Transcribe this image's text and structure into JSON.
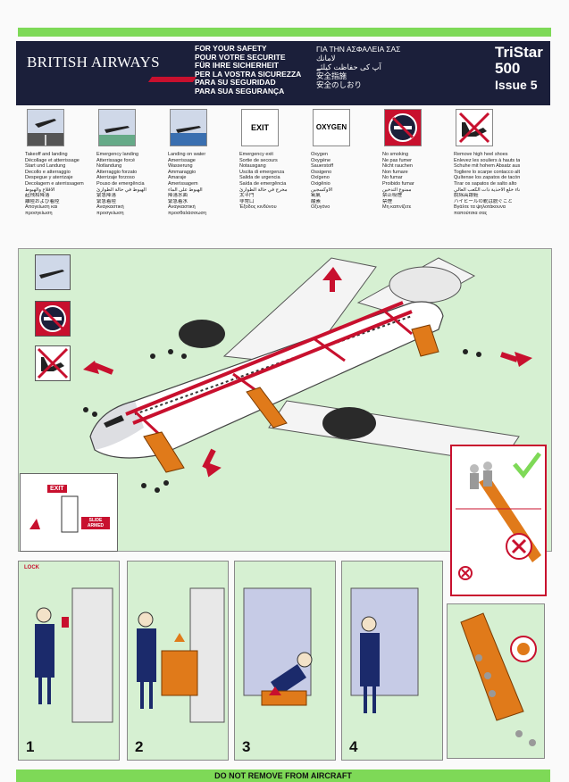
{
  "header": {
    "brand": "BRITISH AIRWAYS",
    "safety_lines": [
      "FOR YOUR SAFETY",
      "POUR VOTRE SECURITE",
      "FÜR IHRE SICHERHEIT",
      "PER LA VOSTRA SICUREZZA",
      "PARA SU SEGURIDAD",
      "PARA SUA SEGURANÇA"
    ],
    "greek_lines": [
      "ΓΙΑ ΤΗΝ ΑΣΦΑΛΕΙΑ ΣΑΣ",
      "لامانك",
      "آپ کی حفاظت کیلئے",
      "安全指施",
      "安全のしおり"
    ],
    "model_lines": [
      "TriStar",
      "500",
      "Issue 5"
    ]
  },
  "icons": [
    {
      "name": "takeoff",
      "label": "",
      "caption": [
        "Takeoff and landing",
        "Décollage et atterrissage",
        "Start und Landung",
        "Decollo e atterraggio",
        "Despegue y aterrizaje",
        "Decolagem e aterrissagem",
        "الاقلاع والهبوط",
        "起飛和降落",
        "離陸および着陸",
        "Απογείωση και",
        "προσγείωση"
      ]
    },
    {
      "name": "emergency-landing",
      "label": "",
      "caption": [
        "Emergency landing",
        "Atterrissage forcé",
        "Notlandung",
        "Atterraggio forzato",
        "Aterrizaje forzoso",
        "Pouso de emergência",
        "الهبوط في حالة الطوارئ",
        "緊急降落",
        "緊急着陸",
        "Αναγκαστική",
        "προσγείωση"
      ]
    },
    {
      "name": "water-landing",
      "label": "",
      "caption": [
        "Landing on water",
        "Amerrissage",
        "Wasserung",
        "Ammaraggio",
        "Amaraje",
        "Amerissagem",
        "الهبوط على الماء",
        "降落水面",
        "緊急着水",
        "Αναγκαστική",
        "προσθαλάσσωση"
      ]
    },
    {
      "name": "emergency-exit",
      "label": "EXIT",
      "caption": [
        "Emergency exit",
        "Sortie de secours",
        "Notausgang",
        "Uscita di emergenza",
        "Salida de urgencia",
        "Saída de emergência",
        "مخرج في حالة الطوارئ",
        "太平門",
        "非常口",
        "Έξοδος κινδύνου"
      ]
    },
    {
      "name": "oxygen",
      "label": "OXYGEN",
      "caption": [
        "Oxygen",
        "Oxygène",
        "Sauerstoff",
        "Ossigeno",
        "Oxígeno",
        "Oxigênio",
        "الأوكسجين",
        "氧氣",
        "酸素",
        "Οξυγόνο"
      ]
    },
    {
      "name": "no-smoking",
      "label": "",
      "caption": [
        "No smoking",
        "Ne pas fumer",
        "Nicht rauchen",
        "Non fumare",
        "No fumar",
        "Proibido fumar",
        "ممنوع التدخين",
        "禁止吸煙",
        "禁煙",
        "Μη καπνίζετε"
      ]
    },
    {
      "name": "high-heels",
      "label": "",
      "caption": [
        "Remove high heel shoes",
        "Enlevez les souliers à hauts talons",
        "Schuhe mit hohem Absatz ausziehen",
        "Togliere lo scarpe contacco alto",
        "Quítense los zapatos de tacón",
        "Tirar os sapatos de salto alto",
        "الرجاء خلع الأحذية ذات الكعب العالي",
        "脫除高跟鞋",
        "ハイヒールの靴は脱ぐこと",
        "Βγάλτε τα ψηλοτάκουνα",
        "παπούτσια σας"
      ]
    }
  ],
  "panels": [
    {
      "number": "1",
      "tag": "LOCK"
    },
    {
      "number": "2",
      "tag": ""
    },
    {
      "number": "3",
      "tag": ""
    },
    {
      "number": "4",
      "tag": ""
    }
  ],
  "inset": {
    "exit_label": "EXIT",
    "warning_label": "SLIDE ARMED"
  },
  "footer": "DO NOT REMOVE FROM AIRCRAFT",
  "colors": {
    "navy": "#1b1f3a",
    "red": "#c8102e",
    "green": "#7ed957",
    "mint": "#d6f0d2",
    "orange": "#e07a1a"
  }
}
